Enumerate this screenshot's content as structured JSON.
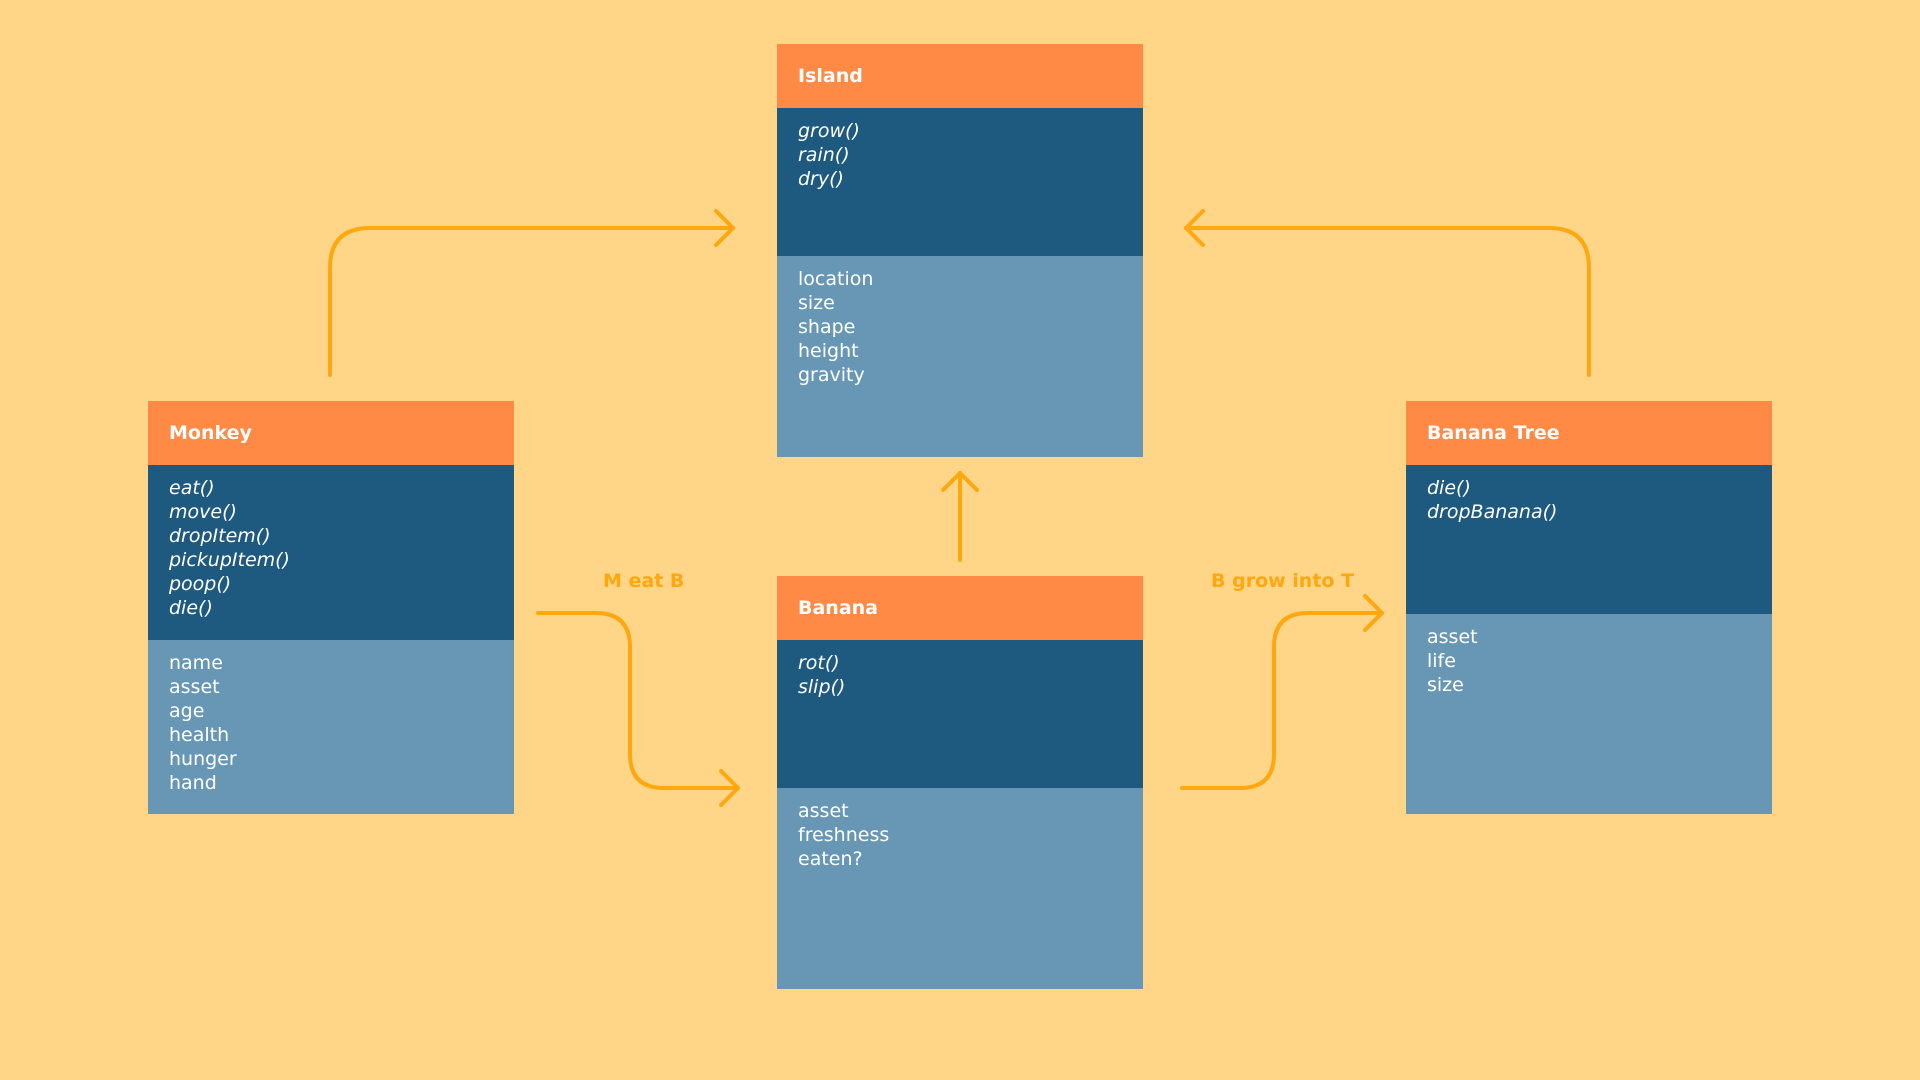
{
  "classes": {
    "island": {
      "name": "Island",
      "methods": [
        "grow()",
        "rain()",
        "dry()"
      ],
      "attributes": [
        "location",
        "size",
        "shape",
        "height",
        "gravity"
      ]
    },
    "monkey": {
      "name": "Monkey",
      "methods": [
        "eat()",
        "move()",
        "dropItem()",
        "pickupItem()",
        "poop()",
        "die()"
      ],
      "attributes": [
        "name",
        "asset",
        "age",
        "health",
        "hunger",
        "hand"
      ]
    },
    "banana": {
      "name": "Banana",
      "methods": [
        "rot()",
        "slip()"
      ],
      "attributes": [
        "asset",
        "freshness",
        "eaten?"
      ]
    },
    "banana_tree": {
      "name": "Banana Tree",
      "methods": [
        "die()",
        "dropBanana()"
      ],
      "attributes": [
        "asset",
        "life",
        "size"
      ]
    }
  },
  "relations": {
    "monkey_eats_banana": "M eat B",
    "banana_grows_tree": "B grow into T"
  },
  "colors": {
    "background": "#FFD587",
    "header": "#FF8A45",
    "methods_bg": "#1E5A80",
    "attributes_bg": "#6897B6",
    "arrow": "#FFA70F"
  }
}
